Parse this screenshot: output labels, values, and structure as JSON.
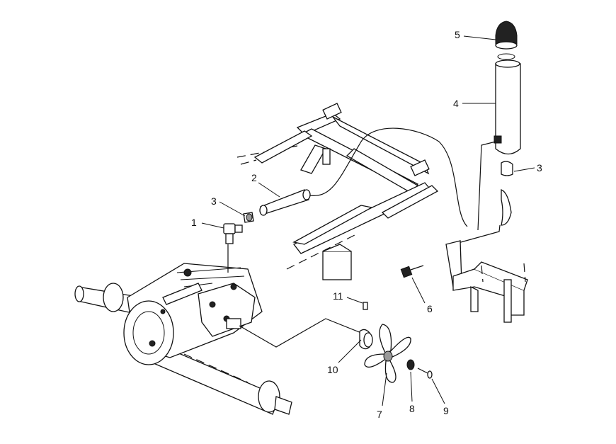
{
  "diagram": {
    "callouts": [
      {
        "id": "1",
        "label": "1"
      },
      {
        "id": "2",
        "label": "2"
      },
      {
        "id": "3a",
        "label": "3"
      },
      {
        "id": "3b",
        "label": "3"
      },
      {
        "id": "4",
        "label": "4"
      },
      {
        "id": "5",
        "label": "5"
      },
      {
        "id": "6",
        "label": "6"
      },
      {
        "id": "7",
        "label": "7"
      },
      {
        "id": "8",
        "label": "8"
      },
      {
        "id": "9",
        "label": "9"
      },
      {
        "id": "10",
        "label": "10"
      },
      {
        "id": "11",
        "label": "11"
      }
    ]
  }
}
